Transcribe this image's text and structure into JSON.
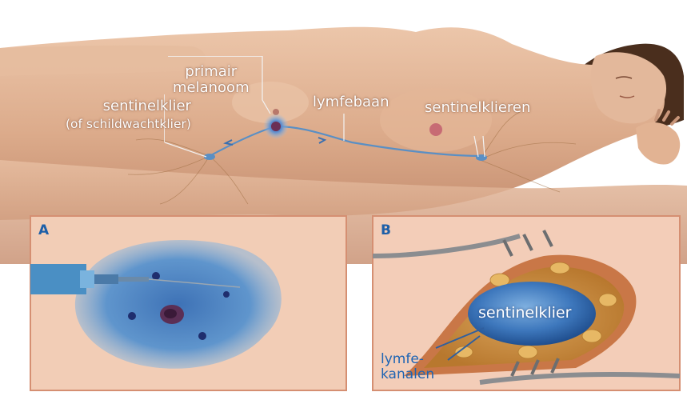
{
  "labels": {
    "primary_line1": "primair",
    "primary_line2": "melanoom",
    "sentinel_line1": "sentinelklier",
    "sentinel_line2": "(of schildwachtklier)",
    "lymph_path": "lymfebaan",
    "sentinel_nodes": "sentinelklieren"
  },
  "panel_a": {
    "letter": "A"
  },
  "panel_b": {
    "letter": "B",
    "node_label": "sentinelklier",
    "channels_line1": "lymfe-",
    "channels_line2": "kanalen"
  },
  "colors": {
    "skin": "#e2b495",
    "skin_shadow": "#c99274",
    "lymph_blue": "#5a8fc4",
    "dye_blue": "#2f6fc0",
    "label_blue": "#1d64b4",
    "inset_border": "#c77a5c"
  }
}
